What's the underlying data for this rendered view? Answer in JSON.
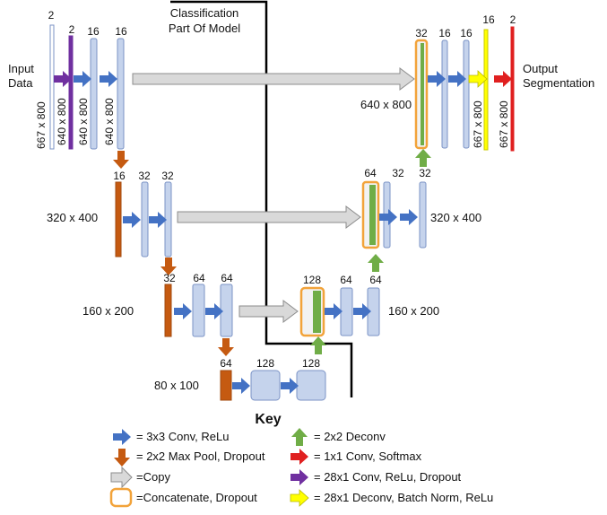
{
  "colors": {
    "block": "#c5d3ec",
    "block_stroke": "#7b93c6",
    "conv": "#4472c4",
    "pool": "#c55a11",
    "copy": "#d9d9d9",
    "concat": "#f4b183",
    "concat_stroke": "#f2a33a",
    "deconv": "#70ad47",
    "softmax": "#e02020",
    "conv28": "#7030a0",
    "deconv28": "#ffff00",
    "line": "#000000"
  },
  "labels": {
    "classification": [
      "Classification",
      "Part Of Model"
    ],
    "input": [
      "Input",
      "Data"
    ],
    "output": [
      "Output",
      "Segmentation"
    ],
    "key_title": "Key"
  },
  "numbers": {
    "n2a": "2",
    "n2b": "2",
    "n16a": "16",
    "n16b": "16",
    "n16_pool1": "16",
    "n32a": "32",
    "n32b": "32",
    "n32_pool2": "32",
    "n64a": "64",
    "n64b": "64",
    "n64_pool3": "64",
    "n128a": "128",
    "n128b": "128",
    "n128_up": "128",
    "n64_up1": "64",
    "n64_up2": "64",
    "n64_up3": "64",
    "n32_up1": "32",
    "n32_up2": "32",
    "n32_up3": "32",
    "n16_out1": "16",
    "n16_out2": "16",
    "n16_out3": "16",
    "n2_out": "2"
  },
  "dims": {
    "d667_in": "667 x 800",
    "d640_a": "640 x 800",
    "d640_b": "640 x 800",
    "d640_c": "640 x 800",
    "d640_right": "640 x 800",
    "d667_out1": "667 x 800",
    "d667_out2": "667 x 800",
    "d320_left": "320 x 400",
    "d320_right": "320 x 400",
    "d160_left": "160 x 200",
    "d160_right": "160 x 200",
    "d80": "80 x 100"
  },
  "key": [
    {
      "symbol": "conv",
      "label": "= 3x3 Conv, ReLu"
    },
    {
      "symbol": "pool",
      "label": "= 2x2 Max Pool, Dropout"
    },
    {
      "symbol": "copy",
      "label": "=Copy"
    },
    {
      "symbol": "concat",
      "label": "=Concatenate, Dropout"
    },
    {
      "symbol": "deconv",
      "label": "= 2x2 Deconv"
    },
    {
      "symbol": "softmax",
      "label": "= 1x1 Conv, Softmax"
    },
    {
      "symbol": "conv28",
      "label": "= 28x1 Conv, ReLu, Dropout"
    },
    {
      "symbol": "deconv28",
      "label": "= 28x1 Deconv, Batch Norm, ReLu"
    }
  ]
}
